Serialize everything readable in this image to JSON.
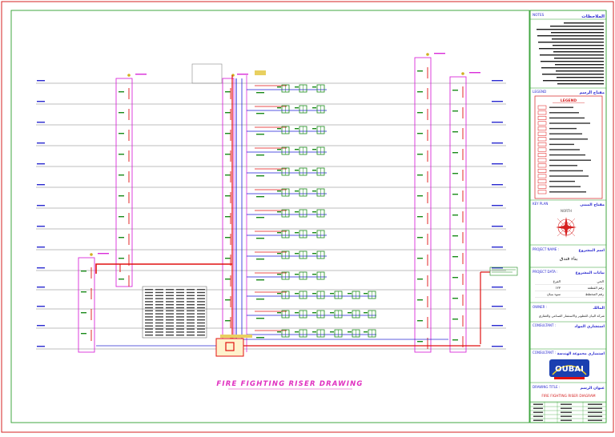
{
  "drawing": {
    "title": "FIRE FIGHTING RISER DRAWING"
  },
  "titleblock": {
    "notes_heading": "NOTES",
    "notes_heading_ar": "الملاحظات",
    "legend_heading": "LEGEND",
    "legend_heading_ar": "مفتاح الرسم",
    "legend_box_title": "LEGEND",
    "north_heading": "KEY PLAN",
    "north_heading_ar": "مفتاح المبنى",
    "north_label": "NORTH",
    "project_name_heading": "PROJECT NAME :",
    "project_name_heading_ar": "اسم المشروع",
    "project_name_value": "بناء فندق",
    "project_data_heading": "PROJECT DATA :",
    "project_data_heading_ar": "بيانات المشروع",
    "project_data_rows": [
      {
        "key": "الحي",
        "value": "الفرع"
      },
      {
        "key": "رقم القطعة",
        "value": "١٢٣"
      },
      {
        "key": "رقم المخطط",
        "value": "سوء بنيان"
      }
    ],
    "owner_heading": "OWNER :",
    "owner_heading_ar": "المالك",
    "owner_value": "شركة البيان للتطوير والاستثمار الصناعي والعقاري",
    "consultant_heading": "CONSULTANT :",
    "consultant_heading_ar": "استشاري المواد",
    "consultant2_heading": "CONSULTANT :",
    "consultant2_heading_ar": "استشاري مجموعة الهندسة",
    "logo_text": "OUBAI",
    "drawing_title_heading": "DRAWING TITLE :",
    "drawing_title_heading_ar": "عنوان الرسم",
    "drawing_title_value": "FIRE FIGHTING RISER DIAGRAM"
  },
  "colors": {
    "frame_outer": "#d62020",
    "frame_inner": "#2e9e2e",
    "floor_line": "#7a7a7a",
    "riser_magenta": "#d92cd9",
    "riser_blue": "#1e1ed8",
    "pipe_red": "#e01010",
    "room_green": "#1a8a1a",
    "title_magenta": "#e030c0"
  }
}
